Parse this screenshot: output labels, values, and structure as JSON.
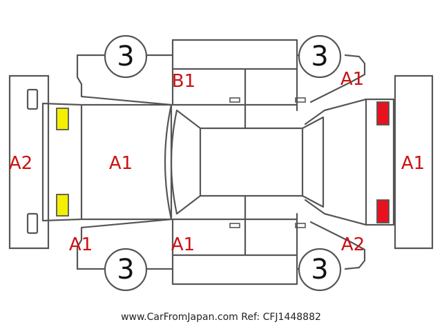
{
  "diagram": {
    "wheel_labels": {
      "front_left": "3",
      "rear_left": "3",
      "front_right": "3",
      "rear_right": "3"
    },
    "damage_codes": {
      "front_bumper": "A2",
      "hood": "A1",
      "roof_pillar_left": "B1",
      "rear_quarter_left": "A1",
      "front_fender_right": "A1",
      "door_right": "A1",
      "rear_quarter_right": "A2",
      "rear_bumper": "A1"
    },
    "colors": {
      "front_lamp": "#f5ef00",
      "rear_lamp": "#e8121f",
      "code_text": "#cc1111",
      "outline": "#555555"
    }
  },
  "footer": {
    "site": "www.CarFromJapan.com",
    "ref": "Ref: CFJ1448882"
  }
}
